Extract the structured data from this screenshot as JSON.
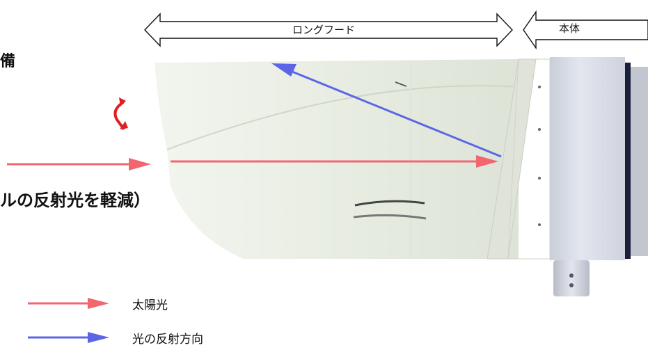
{
  "labels": {
    "long_hood": "ロングフード",
    "main_body": "本体",
    "feature_partial": "備",
    "glare_note_partial": "ルの反射光を軽減）"
  },
  "legend": [
    {
      "label": "太陽光",
      "color": "#f26670"
    },
    {
      "label": "光の反射方向",
      "color": "#5b66e6"
    }
  ],
  "colors": {
    "sunlight": "#f26670",
    "reflection": "#5b66e6",
    "rotate_arrow": "#e02020",
    "hood_fill": "#e8ece2",
    "body_fill": "#d9dde6"
  },
  "icons": {
    "rotate": "rotate-icon"
  }
}
